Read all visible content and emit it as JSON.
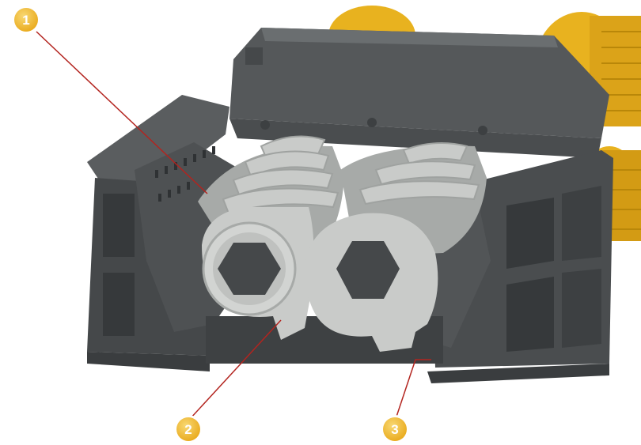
{
  "colors": {
    "background": "#ffffff",
    "housing_dark": "#45484a",
    "housing_mid": "#55585a",
    "housing_light": "#666a6c",
    "rotor": "#c9cbc9",
    "rotor_shadow": "#a7aaa8",
    "motor": "#e8b21f",
    "motor_dark": "#c68f0e",
    "leader_line": "#b3241f",
    "badge": "#f2c13b",
    "badge_ring": "#ffffff"
  },
  "callouts": [
    {
      "label": "1"
    },
    {
      "label": "2"
    },
    {
      "label": "3"
    }
  ]
}
